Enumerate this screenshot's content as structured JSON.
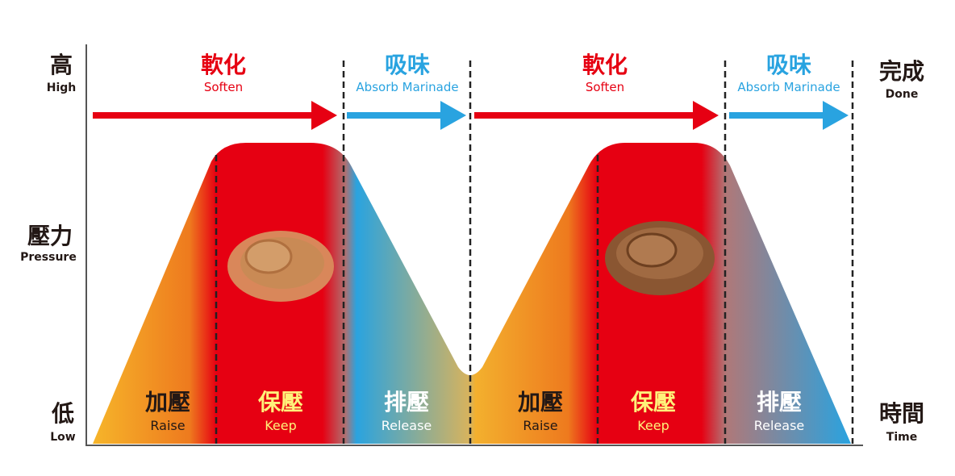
{
  "axis": {
    "high_zh": "高",
    "high_en": "High",
    "pressure_zh": "壓力",
    "pressure_en": "Pressure",
    "low_zh": "低",
    "low_en": "Low",
    "done_zh": "完成",
    "done_en": "Done",
    "time_zh": "時間",
    "time_en": "Time"
  },
  "phases": [
    {
      "zh": "軟化",
      "en": "Soften",
      "color": "#e60012"
    },
    {
      "zh": "吸味",
      "en": "Absorb Marinade",
      "color": "#29a3e0"
    },
    {
      "zh": "軟化",
      "en": "Soften",
      "color": "#e60012"
    },
    {
      "zh": "吸味",
      "en": "Absorb Marinade",
      "color": "#29a3e0"
    }
  ],
  "stages": [
    {
      "zh": "加壓",
      "en": "Raise",
      "color": "#231815"
    },
    {
      "zh": "保壓",
      "en": "Keep",
      "color": "#fff27a"
    },
    {
      "zh": "排壓",
      "en": "Release",
      "color": "#ffffff"
    },
    {
      "zh": "加壓",
      "en": "Raise",
      "color": "#231815"
    },
    {
      "zh": "保壓",
      "en": "Keep",
      "color": "#fff27a"
    },
    {
      "zh": "排壓",
      "en": "Release",
      "color": "#ffffff"
    }
  ]
}
